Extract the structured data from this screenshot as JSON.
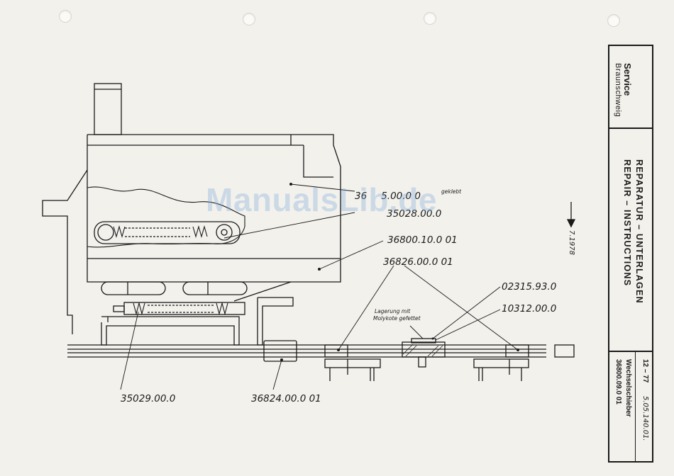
{
  "watermark": "ManualsLib.de",
  "header": {
    "company": "Service",
    "city": "Braunschweig",
    "title_de": "REPARATUR – UNTERLAGEN",
    "title_en": "REPAIR – INSTRUCTIONS"
  },
  "footer": {
    "date_code": "12 – 77",
    "doc_number": "5.05.140.01.",
    "part_name": "Wechselschieber",
    "part_number": "36800.09.0 01"
  },
  "date_mark": "7.1978",
  "callouts": {
    "glued_part": "36",
    "glued_part_suffix": "5.00.0 0",
    "glued_note": "geklebt",
    "spring_part": "35028.00.0",
    "slider": "36800.10.0 01",
    "guide": "36826.00.0 01",
    "washer": "02315.93.0",
    "screw": "10312.00.0",
    "lower_spring": "35029.00.0",
    "block": "36824.00.0 01"
  },
  "lubrication_note": {
    "line1": "Lagerung mit",
    "line2": "Molykote gefettet"
  }
}
